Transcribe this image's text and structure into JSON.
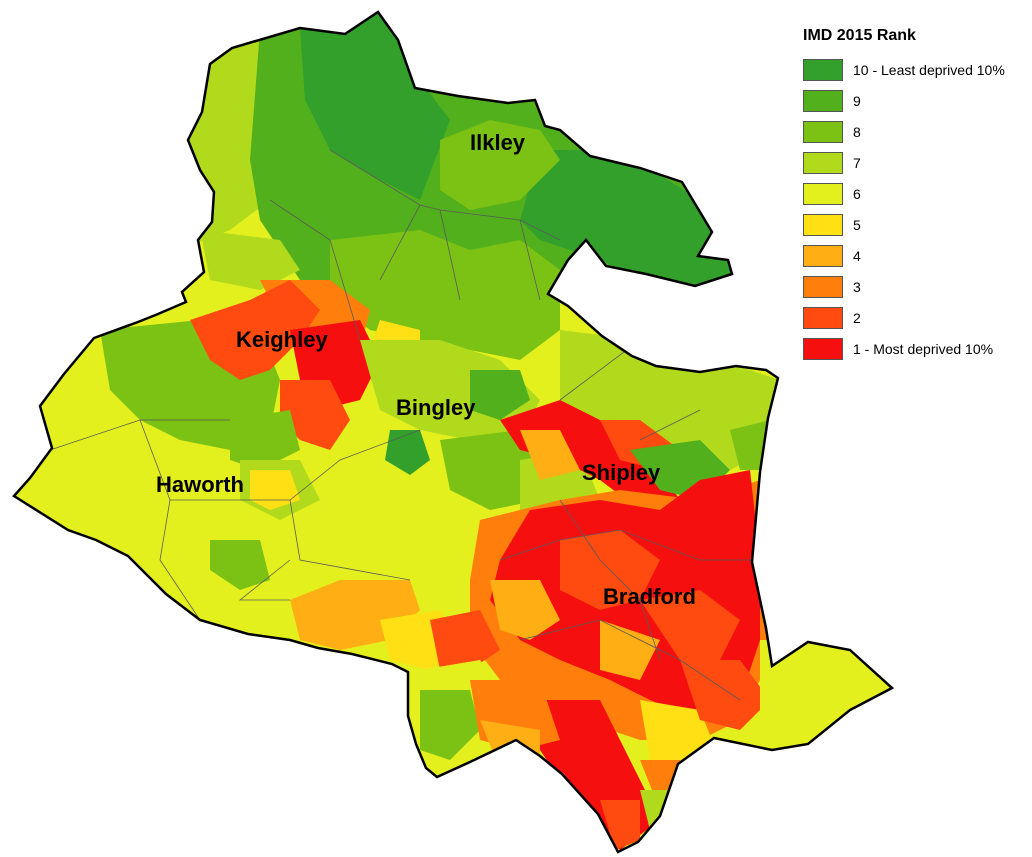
{
  "legend": {
    "title": "IMD 2015 Rank",
    "items": [
      {
        "label": "10 - Least deprived 10%",
        "color": "#33A02C"
      },
      {
        "label": "9",
        "color": "#52B01C"
      },
      {
        "label": "8",
        "color": "#7CC214"
      },
      {
        "label": "7",
        "color": "#B2DA1C"
      },
      {
        "label": "6",
        "color": "#E4F01E"
      },
      {
        "label": "5",
        "color": "#FFE014"
      },
      {
        "label": "4",
        "color": "#FFAE14"
      },
      {
        "label": "3",
        "color": "#FF7E0C"
      },
      {
        "label": "2",
        "color": "#FF4A10"
      },
      {
        "label": "1 - Most deprived 10%",
        "color": "#F50F0F"
      }
    ]
  },
  "towns": {
    "ilkley": "Ilkley",
    "keighley": "Keighley",
    "bingley": "Bingley",
    "haworth": "Haworth",
    "shipley": "Shipley",
    "bradford": "Bradford"
  },
  "colors": {
    "outline": "#000000",
    "ward_lines": "#5a5a5a"
  }
}
